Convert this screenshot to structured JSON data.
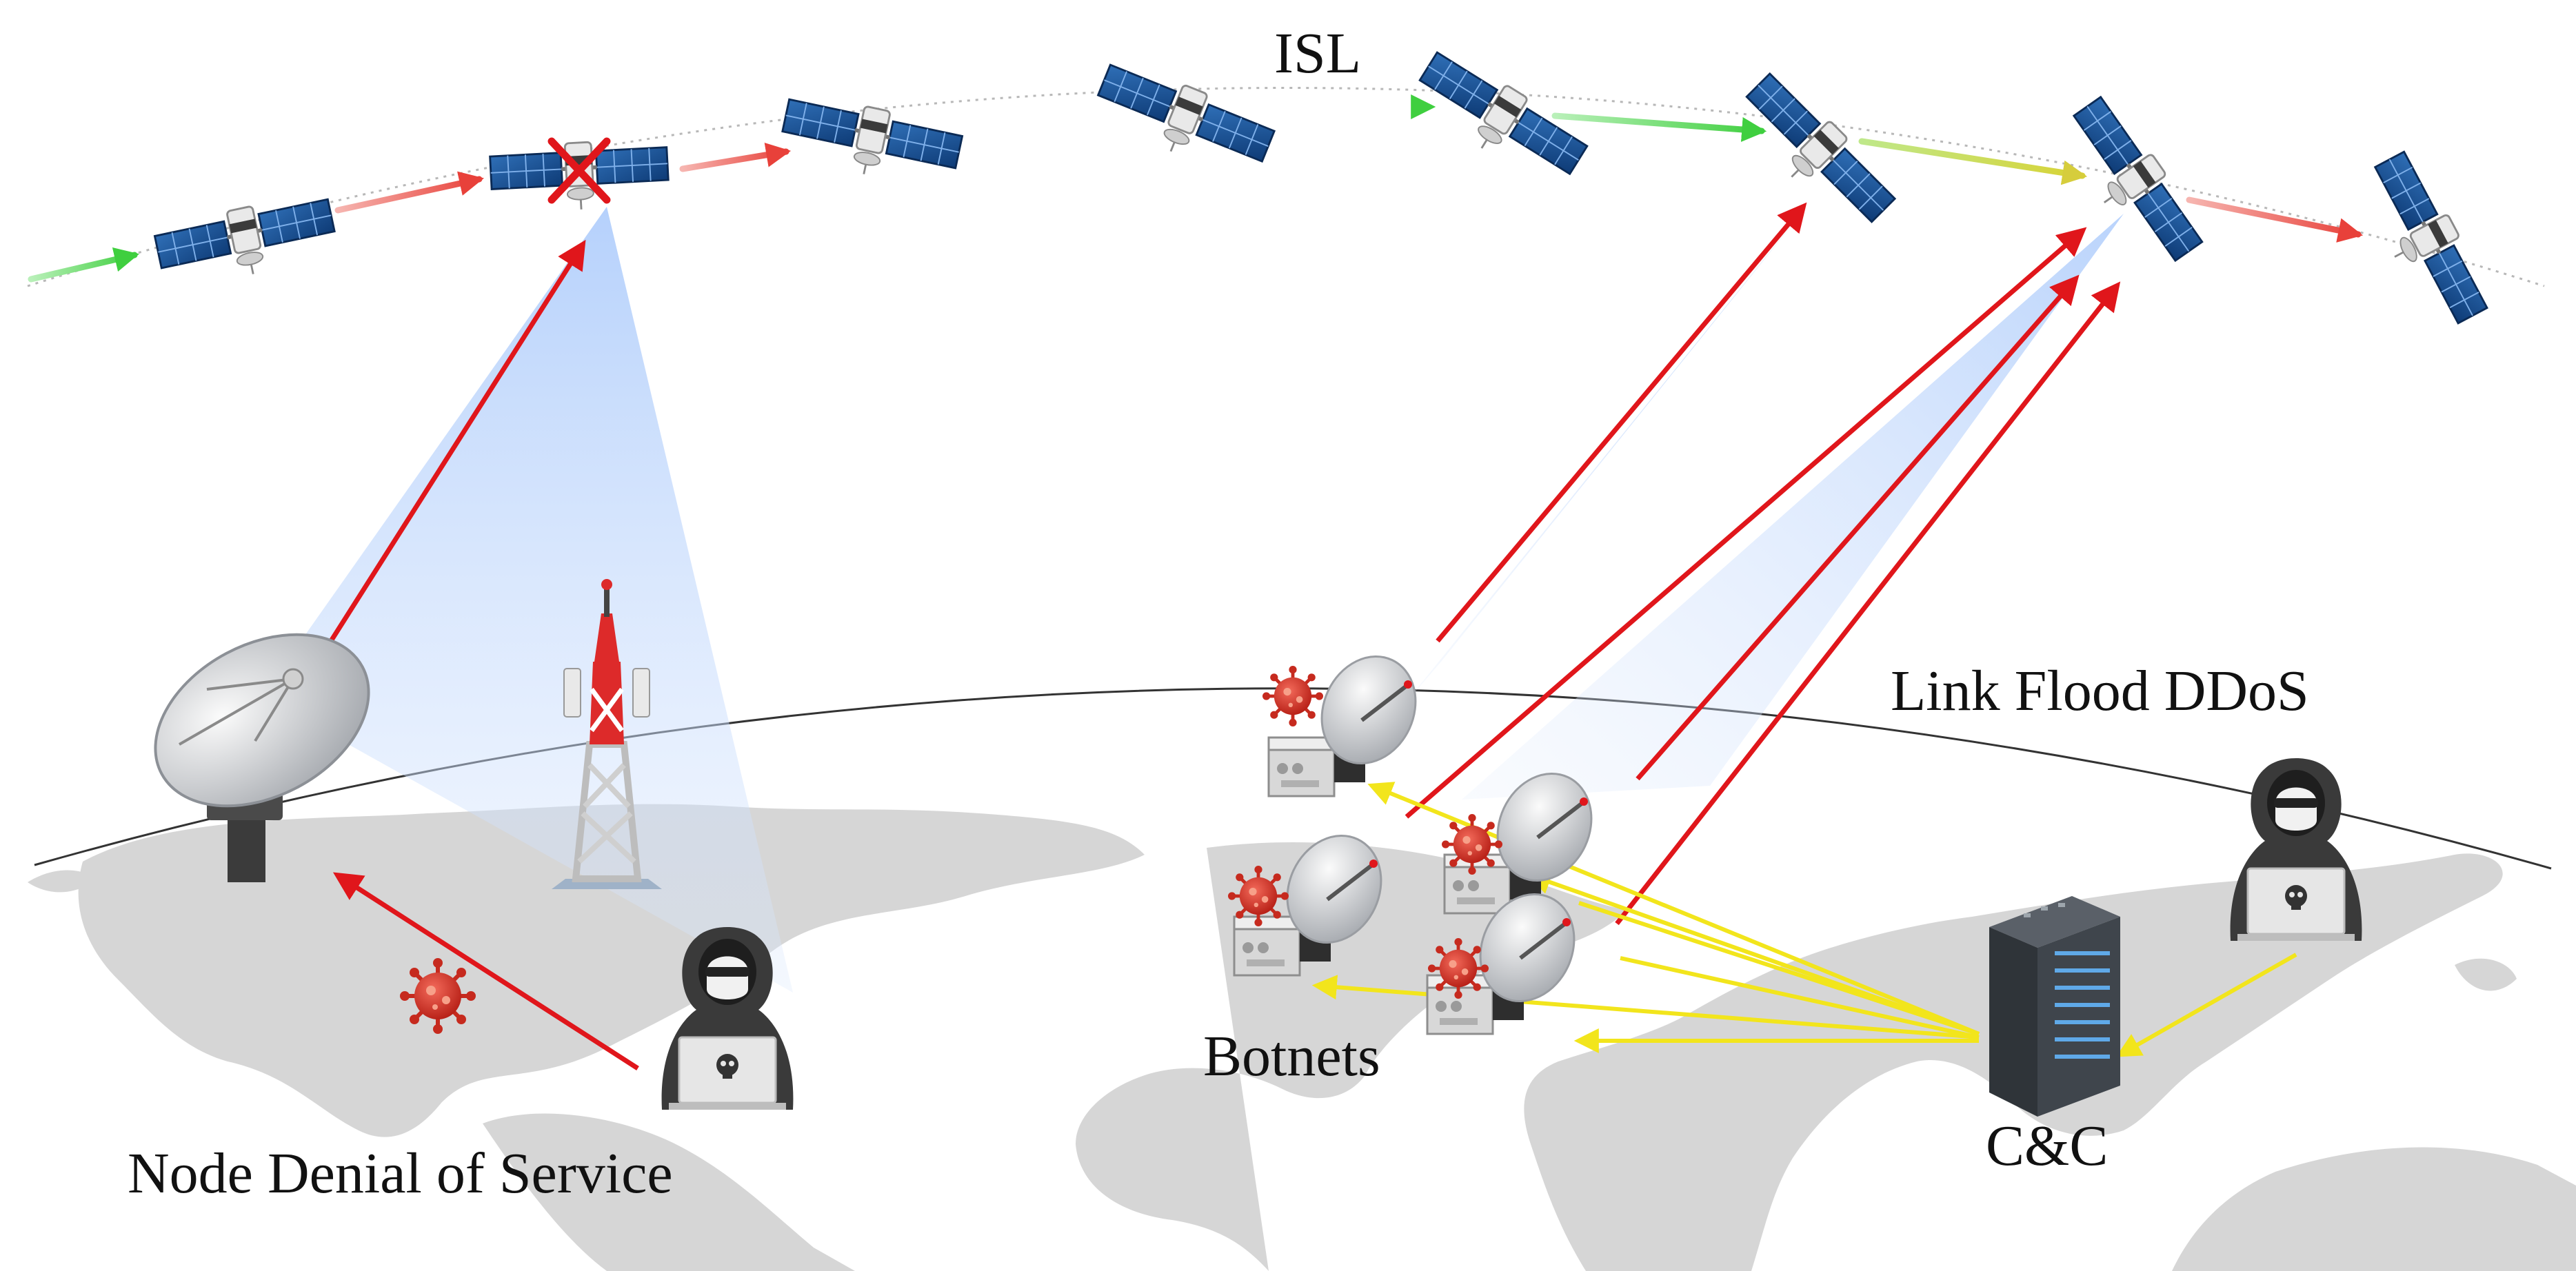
{
  "labels": {
    "isl": "ISL",
    "link_flood": "Link Flood DDoS",
    "botnets": "Botnets",
    "cnc": "C&C",
    "node_dos": "Node Denial of Service"
  },
  "colors": {
    "attack_red": "#e0161b",
    "command_yellow": "#f2e51c",
    "link_green": "#4cd34c",
    "beam_blue": "#bcd6fb",
    "land_gray": "#d6d6d6"
  },
  "icons": {
    "satellite": "satellite-icon",
    "compromised": "x-mark-icon",
    "dish": "ground-station-dish-icon",
    "tower": "cell-tower-icon",
    "virus": "virus-icon",
    "hacker": "hacker-icon",
    "server": "server-rack-icon"
  }
}
